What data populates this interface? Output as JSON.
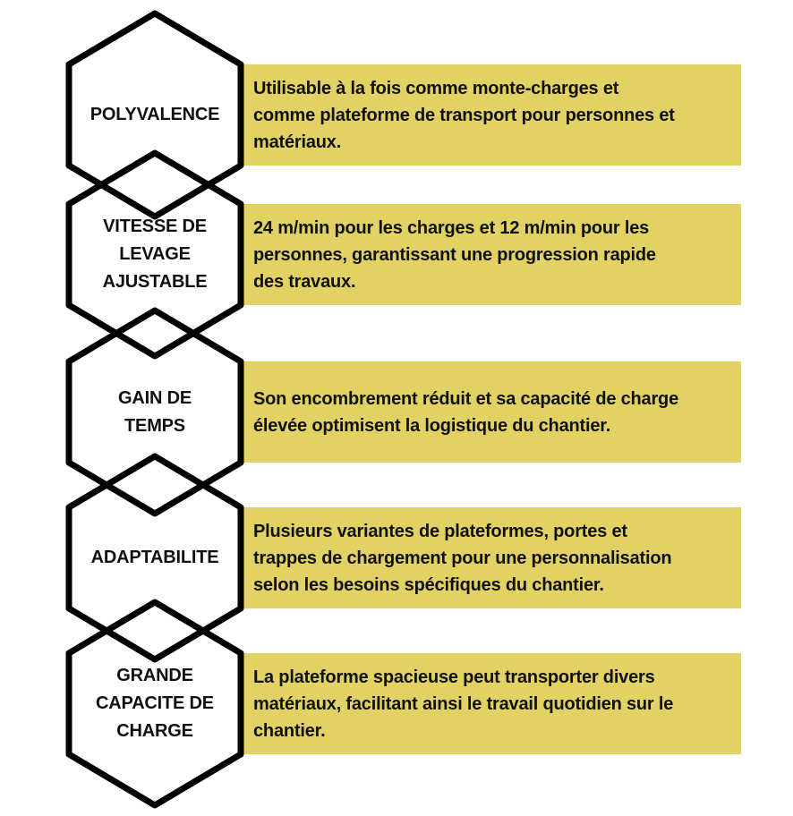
{
  "colors": {
    "background": "#ffffff",
    "box_fill": "#e2d264",
    "outline": "#000000",
    "text": "#111111"
  },
  "rows": [
    {
      "label_lines": [
        "POLYVALENCE"
      ],
      "description_lines": [
        "Utilisable à la fois comme monte-charges et",
        "comme plateforme de transport pour personnes et",
        "matériaux."
      ]
    },
    {
      "label_lines": [
        "VITESSE DE",
        "LEVAGE",
        "AJUSTABLE"
      ],
      "description_lines": [
        "24 m/min pour les charges et 12 m/min pour les",
        "personnes, garantissant une progression rapide",
        "des travaux."
      ]
    },
    {
      "label_lines": [
        "GAIN DE",
        "TEMPS"
      ],
      "description_lines": [
        "Son encombrement réduit et sa capacité de charge",
        "élevée optimisent la logistique du chantier."
      ]
    },
    {
      "label_lines": [
        "ADAPTABILITE"
      ],
      "description_lines": [
        "Plusieurs variantes de plateformes, portes et",
        "trappes de chargement pour une personnalisation",
        "selon les besoins spécifiques du chantier."
      ]
    },
    {
      "label_lines": [
        "GRANDE",
        "CAPACITE DE",
        "CHARGE"
      ],
      "description_lines": [
        "La plateforme spacieuse peut transporter divers",
        "matériaux, facilitant ainsi le travail quotidien sur le",
        "chantier."
      ]
    }
  ]
}
